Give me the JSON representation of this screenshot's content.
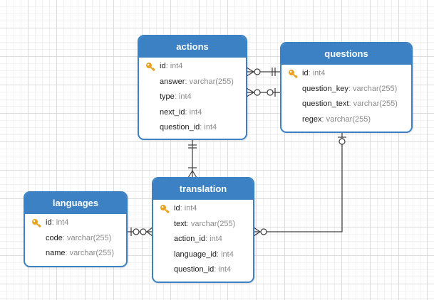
{
  "colors": {
    "header": "#3b81c3",
    "key": "#e8a21e",
    "line": "#3d3d3d"
  },
  "tables": {
    "actions": {
      "title": "actions",
      "fields": [
        {
          "name": "id",
          "type": "int4",
          "pk": true
        },
        {
          "name": "answer",
          "type": "varchar(255)"
        },
        {
          "name": "type",
          "type": "int4"
        },
        {
          "name": "next_id",
          "type": "int4"
        },
        {
          "name": "question_id",
          "type": "int4"
        }
      ]
    },
    "questions": {
      "title": "questions",
      "fields": [
        {
          "name": "id",
          "type": "int4",
          "pk": true
        },
        {
          "name": "question_key",
          "type": "varchar(255)"
        },
        {
          "name": "question_text",
          "type": "varchar(255)"
        },
        {
          "name": "regex",
          "type": "varchar(255)"
        }
      ]
    },
    "languages": {
      "title": "languages",
      "fields": [
        {
          "name": "id",
          "type": "int4",
          "pk": true
        },
        {
          "name": "code",
          "type": "varchar(255)"
        },
        {
          "name": "name",
          "type": "varchar(255)"
        }
      ]
    },
    "translation": {
      "title": "translation",
      "fields": [
        {
          "name": "id",
          "type": "int4",
          "pk": true
        },
        {
          "name": "text",
          "type": "varchar(255)"
        },
        {
          "name": "action_id",
          "type": "int4"
        },
        {
          "name": "language_id",
          "type": "int4"
        },
        {
          "name": "question_id",
          "type": "int4"
        }
      ]
    }
  },
  "relationships": [
    {
      "from": "actions",
      "to": "questions",
      "from_end": "zero-or-many",
      "to_end": "one-and-only-one"
    },
    {
      "from": "actions",
      "to": "questions",
      "from_end": "zero-or-many",
      "to_end": "zero-or-one"
    },
    {
      "from": "actions",
      "to": "translation",
      "from_end": "one-and-only-one",
      "to_end": "one-or-many"
    },
    {
      "from": "languages",
      "to": "translation",
      "from_end": "zero-or-one",
      "to_end": "zero-or-many"
    },
    {
      "from": "questions",
      "to": "translation",
      "from_end": "zero-or-one",
      "to_end": "zero-or-many"
    }
  ]
}
